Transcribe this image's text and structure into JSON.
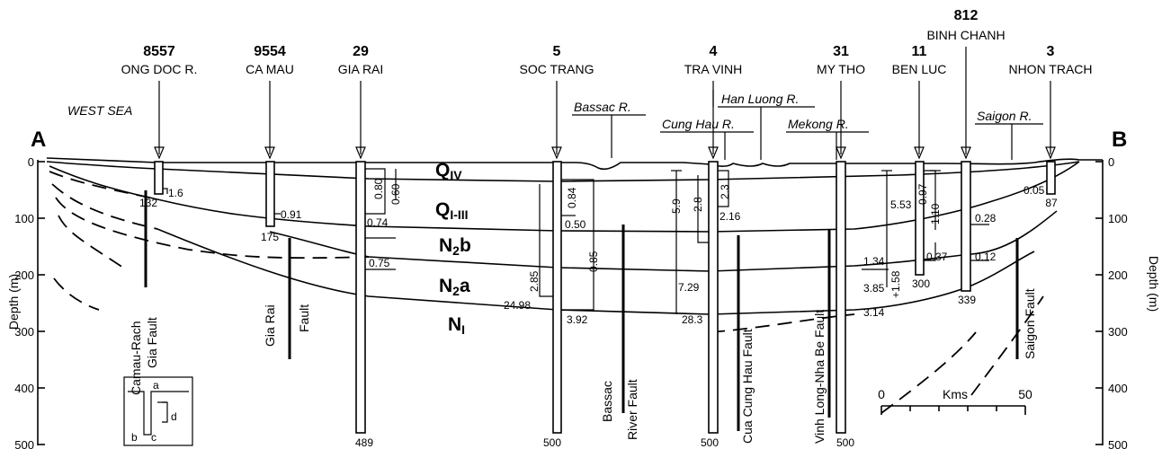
{
  "ends": {
    "left": "A",
    "right": "B"
  },
  "axis": {
    "label_left": "Depth (m)",
    "label_right": "Depth (m)",
    "ticks": [
      "0",
      "100",
      "200",
      "300",
      "400",
      "500"
    ]
  },
  "sea": "WEST SEA",
  "wells": [
    {
      "num": "8557",
      "name": "ONG DOC R.",
      "depth": "132"
    },
    {
      "num": "9554",
      "name": "CA MAU",
      "depth": "175"
    },
    {
      "num": "29",
      "name": "GIA RAI",
      "depth": "489"
    },
    {
      "num": "5",
      "name": "SOC TRANG",
      "depth": "500"
    },
    {
      "num": "4",
      "name": "TRA VINH",
      "depth": "500"
    },
    {
      "num": "31",
      "name": "MY THO",
      "depth": "500"
    },
    {
      "num": "11",
      "name": "BEN LUC",
      "depth": "300"
    },
    {
      "num": "812",
      "name": "BINH CHANH",
      "depth": "339"
    },
    {
      "num": "3",
      "name": "NHON TRACH",
      "depth": "87"
    }
  ],
  "rivers": [
    "Bassac R.",
    "Cung Hau R.",
    "Han Luong R.",
    "Mekong R.",
    "Saigon R."
  ],
  "layers": {
    "q4_base": "Q",
    "q4_sub": "IV",
    "q13_base": "Q",
    "q13_sub": "I-III",
    "n2b_base": "N",
    "n2b_sub": "2",
    "n2b_suf": "b",
    "n2a_base": "N",
    "n2a_sub": "2",
    "n2a_suf": "a",
    "n1_base": "N",
    "n1_sub": "I"
  },
  "values": {
    "v1_6": "1.6",
    "v0_91": "0.91",
    "v0_80": "0.80",
    "v0_60": "0.60",
    "v0_74": "0.74",
    "v0_75": "0.75",
    "v2_85": "2.85",
    "v24_98": "24.98",
    "v0_84": "0.84",
    "v0_50": "0.50",
    "v0_85": "0.85",
    "v3_92": "3.92",
    "v5_9": "5.9",
    "v2_8": "2.8",
    "v2_3": "2.3",
    "v2_16": "2.16",
    "v7_29": "7.29",
    "v28_3": "28.3",
    "v5_53": "5.53",
    "v0_97": "0.97",
    "v1_10": "1.10",
    "v0_37": "0.37",
    "v1_34": "1.34",
    "v1_58": "+1.58",
    "v3_85": "3.85",
    "v3_14": "3.14",
    "v0_28": "0.28",
    "v0_12": "0.12",
    "v0_05": "0.05"
  },
  "faults": {
    "f1a": "Camau-Rach",
    "f1b": "Gia Fault",
    "f2a": "Gia Rai",
    "f2b": "Fault",
    "f3a": "Bassac",
    "f3b": "River Fault",
    "f4": "Cua Cung Hau Fault",
    "f5": "Vinh Long-Nha Be Fault",
    "f6": "Saigon Fault"
  },
  "legend": {
    "a": "a",
    "b": "b",
    "c": "c",
    "d": "d"
  },
  "scale": {
    "start": "0",
    "unit": "Kms",
    "end": "50"
  }
}
